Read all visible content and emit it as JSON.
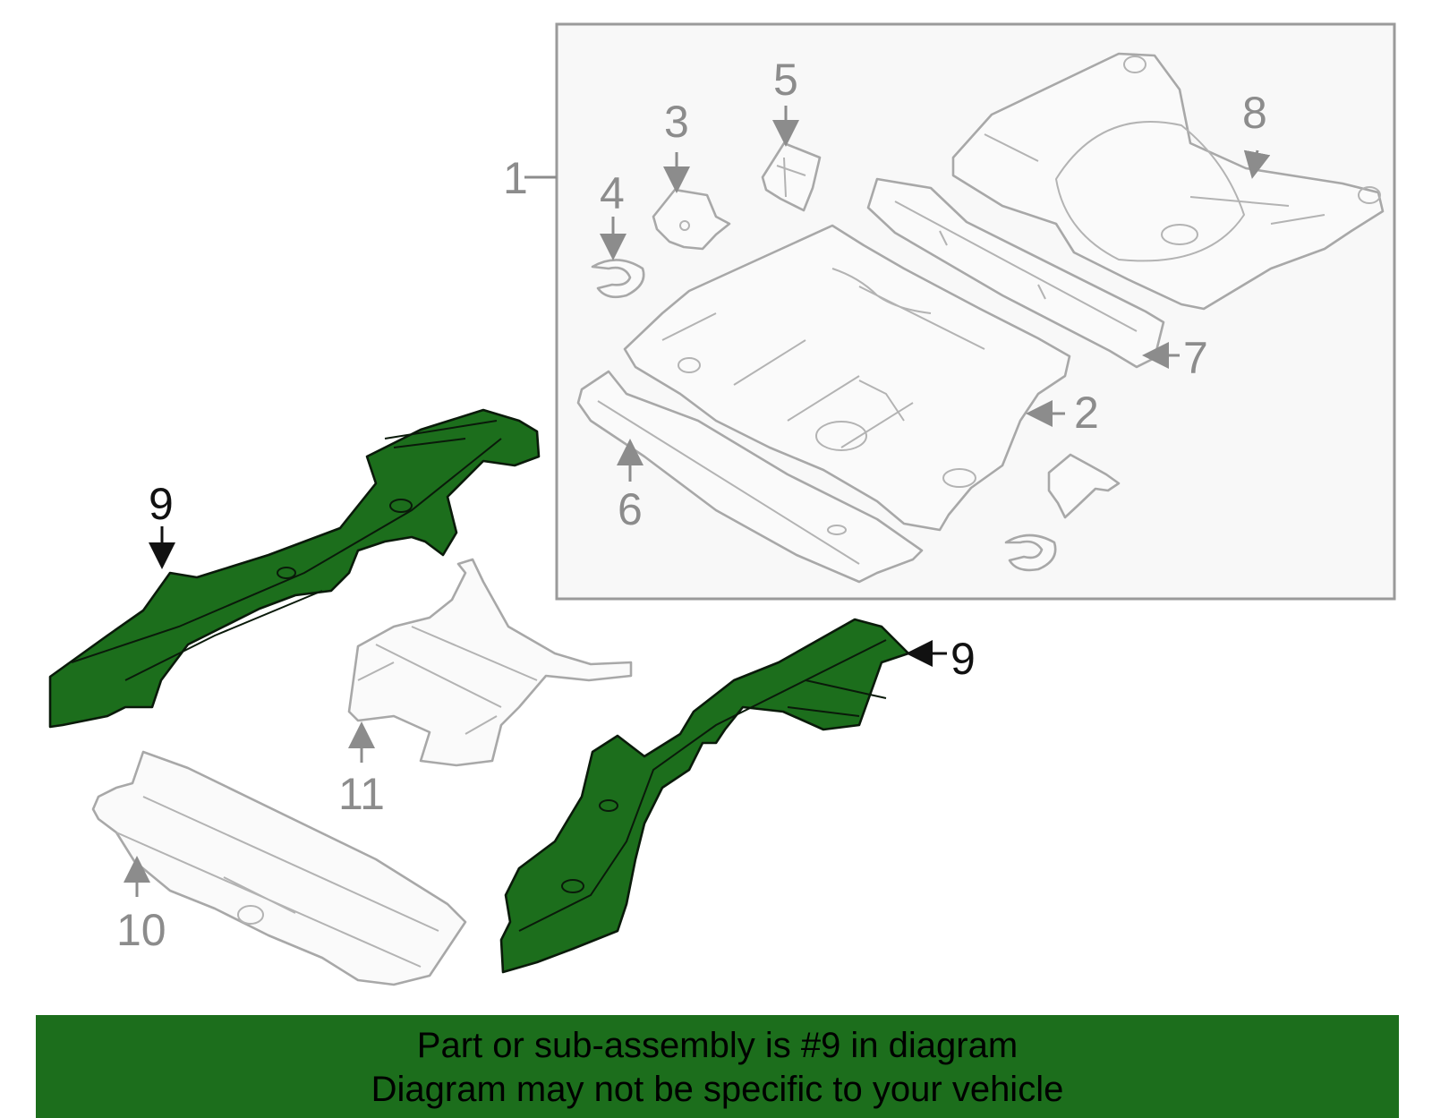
{
  "callouts": {
    "c1": "1",
    "c2": "2",
    "c3": "3",
    "c4": "4",
    "c5": "5",
    "c6": "6",
    "c7": "7",
    "c8": "8",
    "c9a": "9",
    "c9b": "9",
    "c10": "10",
    "c11": "11"
  },
  "footer": {
    "line1": "Part or sub-assembly is #9 in diagram",
    "line2": "Diagram may not be specific to your vehicle"
  },
  "colors": {
    "highlight": "#1c6e1c",
    "part_outline": "#a8a8a8",
    "callout_grey": "#8c8c8c"
  }
}
